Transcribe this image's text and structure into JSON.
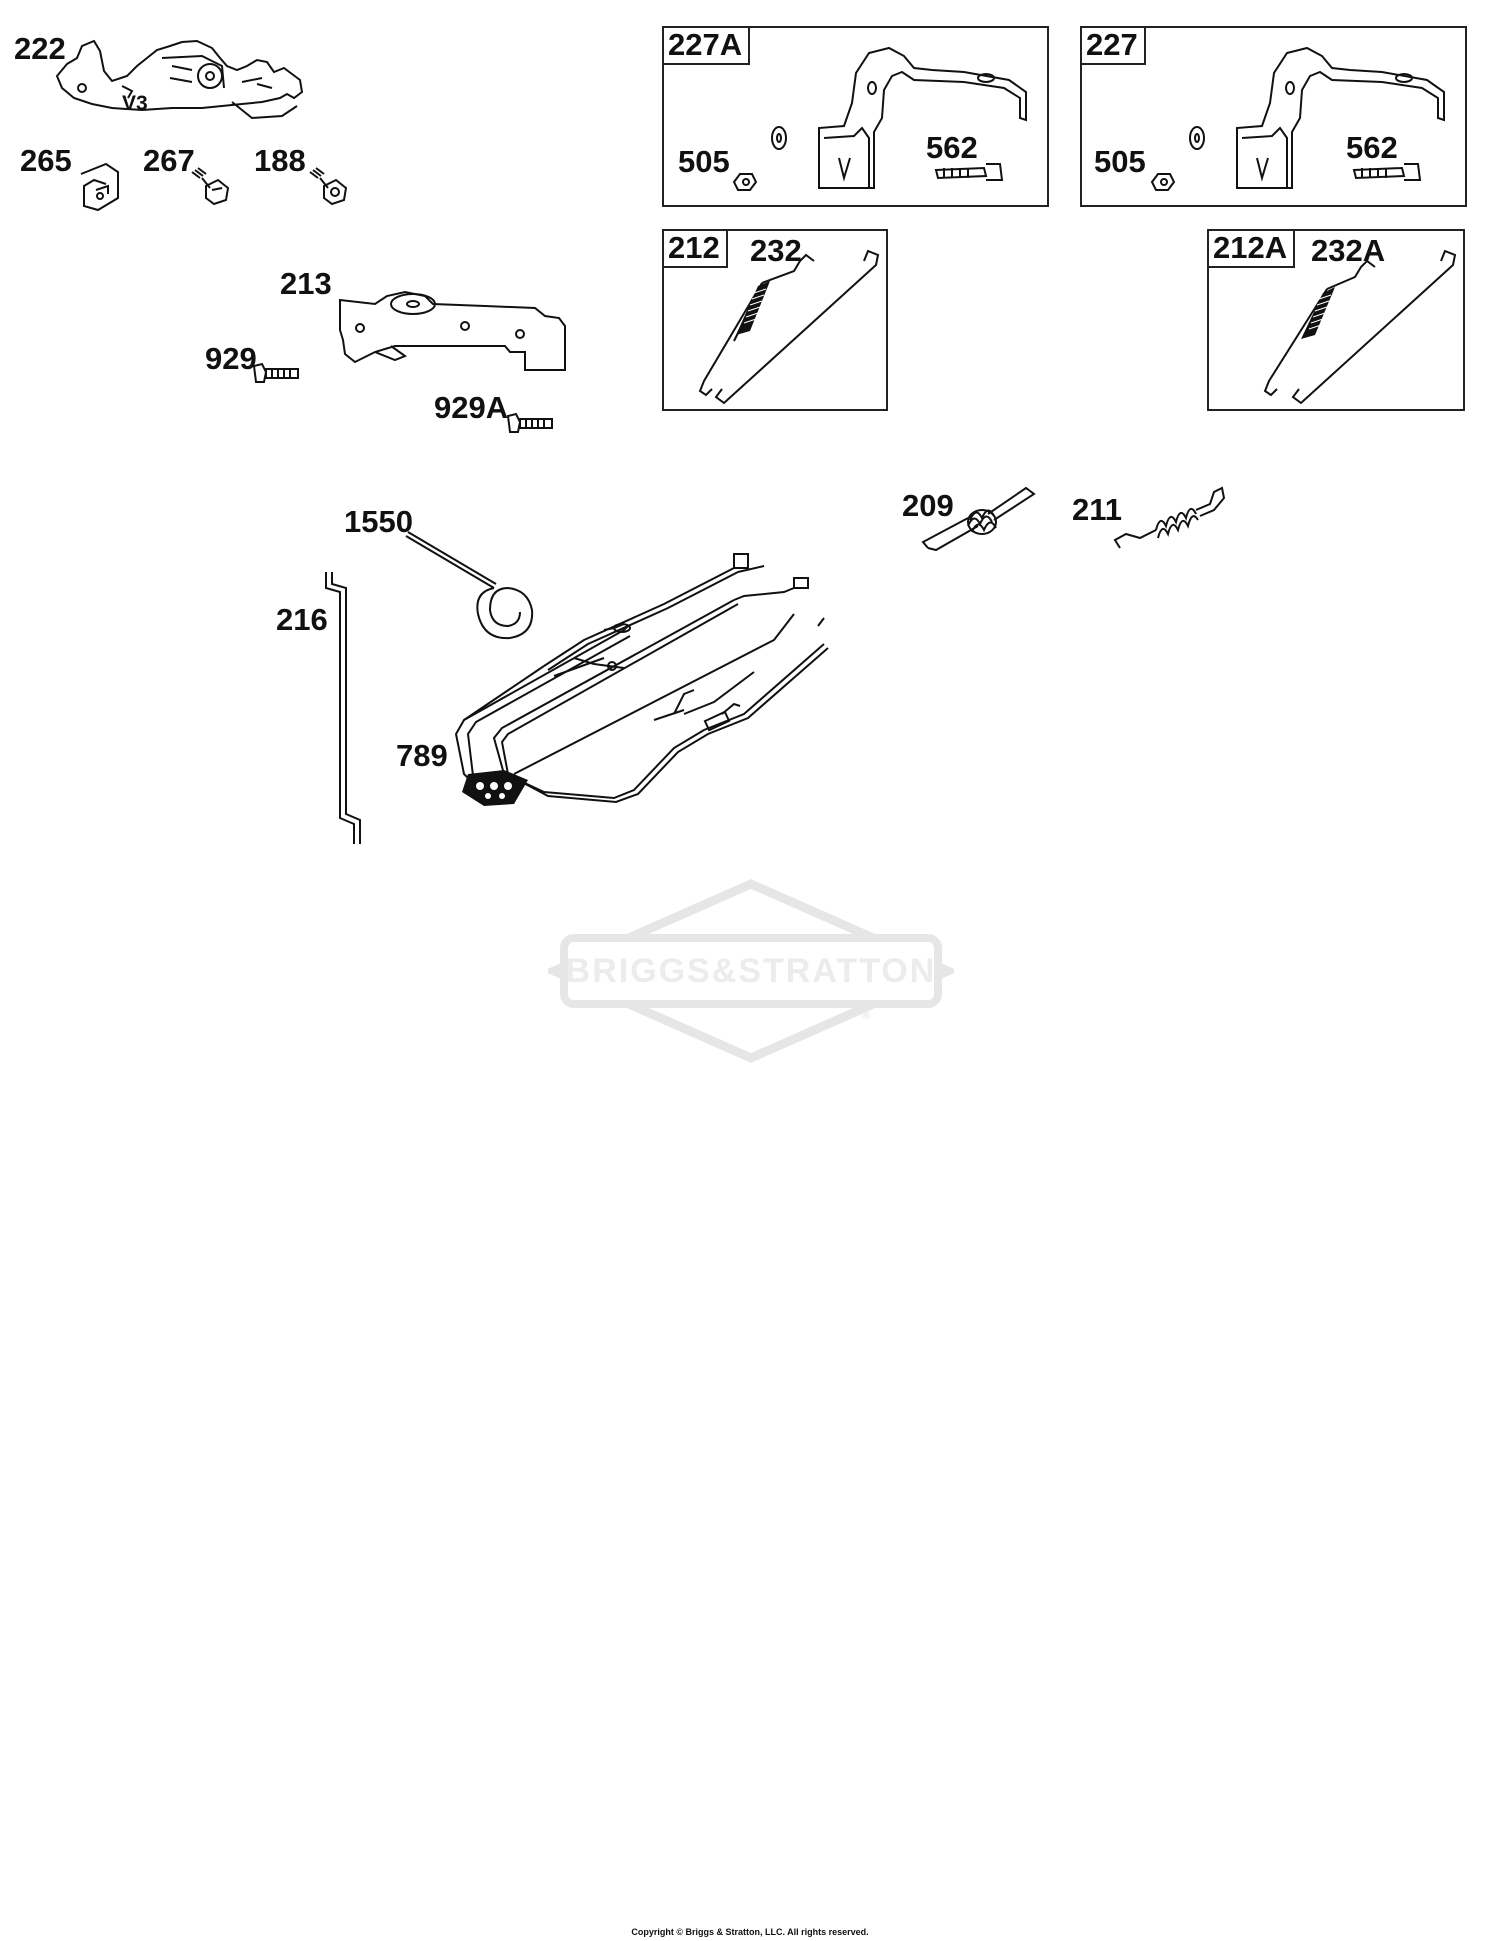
{
  "callouts": {
    "p222": "222",
    "p265": "265",
    "p267": "267",
    "p188": "188",
    "p213": "213",
    "p929": "929",
    "p929a": "929A",
    "p1550": "1550",
    "p216": "216",
    "p789": "789",
    "p209": "209",
    "p211": "211"
  },
  "part_markings": {
    "v3": "V3"
  },
  "boxes": {
    "b227a": {
      "tab": "227A",
      "l505": "505",
      "l562": "562"
    },
    "b227": {
      "tab": "227",
      "l505": "505",
      "l562": "562"
    },
    "b212": {
      "tab": "212",
      "l232": "232"
    },
    "b212a": {
      "tab": "212A",
      "l232": "232A"
    }
  },
  "watermark": {
    "text": "BRIGGS&STRATTON",
    "mark": "®"
  },
  "footer": {
    "copyright": "Copyright © Briggs & Stratton, LLC. All rights reserved."
  }
}
